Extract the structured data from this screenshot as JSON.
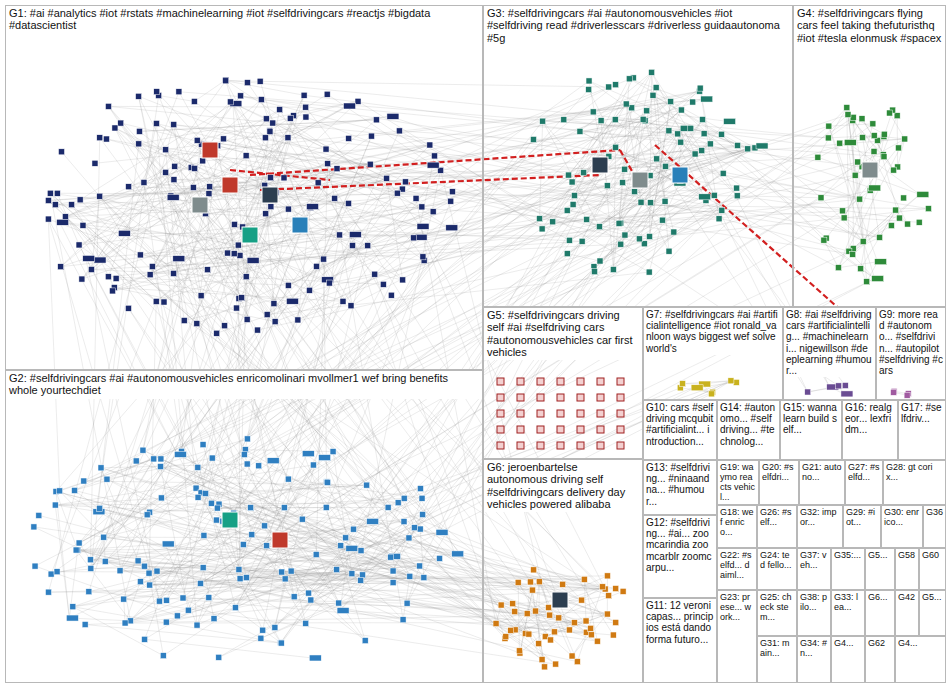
{
  "diagram": {
    "nodes": [
      {
        "text": [
          "G1: #ai #analytics #iot #rstats #machinelearning #iot #selfdrivingcars #reactjs #bigdata #datascientist"
        ]
      },
      {
        "text": [
          "G3: #selfdrivingcars #ai #autonomousvehicles #iot #selfdriving read #driverlesscars #driverless guidaautonoma #5g"
        ]
      },
      {
        "text": [
          "G4: #selfdrivingcars flying cars feel taking thefuturisthq #iot #tesla elonmusk #spacex"
        ]
      },
      {
        "text": [
          "G2: #selfdrivingcars #ai #autonomousvehicles enricomolinari mvollmer1 wef bring benefits whole yourtechdiet"
        ]
      },
      {
        "text": [
          "G5: #selfdrivingcars driving self #ai #selfdriving cars #autonomousvehicles car first vehicles"
        ]
      },
      {
        "text": [
          "G7: #selfdrivingcars #ai #artificialintelligence #iot ronald_vanloon ways biggest wef solve world's"
        ]
      },
      {
        "text": [
          "G8: #ai #selfdrivingcars #artificialintellig... #machinelearni... nigewillson #deeplearning #humour..."
        ]
      },
      {
        "text": [
          "G9: more read #autonomo... #selfdrivin... #autopilot #selfdriving #cars"
        ]
      },
      {
        "text": [
          "G6: jeroenbartelse autonomous driving self #selfdrivingcars delivery day vehicles powered alibaba"
        ]
      },
      {
        "text": [
          "G10: cars #selfdriving mcqubit #artificialint... introduction..."
        ]
      },
      {
        "text": [
          "G14: #autonomo... #selfdriving... #technolog..."
        ]
      },
      {
        "text": [
          "G15: wanna learn build self..."
        ]
      },
      {
        "text": [
          "G16: realgeor... lexfridm..."
        ]
      },
      {
        "text": [
          "G17: #selfdriv..."
        ]
      },
      {
        "text": [
          "G13: #selfdriving... #ninaandna... #humour..."
        ]
      },
      {
        "text": [
          "G19: waymo reacts vehicl..."
        ]
      },
      {
        "text": [
          "G20: #selfdri..."
        ]
      },
      {
        "text": [
          "G21: autono..."
        ]
      },
      {
        "text": [
          "G27: #selfd..."
        ]
      },
      {
        "text": [
          "G28: gt corix..."
        ]
      },
      {
        "text": [
          "G18: wef enrico..."
        ]
      },
      {
        "text": [
          "G26: #self..."
        ]
      },
      {
        "text": [
          "G32: impor..."
        ]
      },
      {
        "text": [
          "G29: #iot..."
        ]
      },
      {
        "text": [
          "G30: enrico..."
        ]
      },
      {
        "text": [
          "G36"
        ]
      },
      {
        "text": [
          "G12: #selfdriving... #ai... zoomcarindia zoomcarblr zoomcarpu..."
        ]
      },
      {
        "text": [
          "G22: #selfd... daiml..."
        ]
      },
      {
        "text": [
          "G24: ted fello..."
        ]
      },
      {
        "text": [
          "G37: veh..."
        ]
      },
      {
        "text": [
          "G35:..."
        ]
      },
      {
        "text": [
          "G5..."
        ]
      },
      {
        "text": [
          "G58"
        ]
      },
      {
        "text": [
          "G60"
        ]
      },
      {
        "text": [
          "G11: 12 veronicapas... principios está dando forma futuro..."
        ]
      },
      {
        "text": [
          "G23: prese... work..."
        ]
      },
      {
        "text": [
          "G25: check stem..."
        ]
      },
      {
        "text": [
          "G38: pilo..."
        ]
      },
      {
        "text": [
          "G33: lea..."
        ]
      },
      {
        "text": [
          "G6..."
        ]
      },
      {
        "text": [
          "G42"
        ]
      },
      {
        "text": [
          "G5..."
        ]
      },
      {
        "text": [
          "G31: main..."
        ]
      },
      {
        "text": [
          "G34: #n..."
        ]
      },
      {
        "text": [
          "G4..."
        ]
      },
      {
        "text": [
          "G62"
        ]
      },
      {
        "text": [
          "G4..."
        ]
      }
    ]
  }
}
